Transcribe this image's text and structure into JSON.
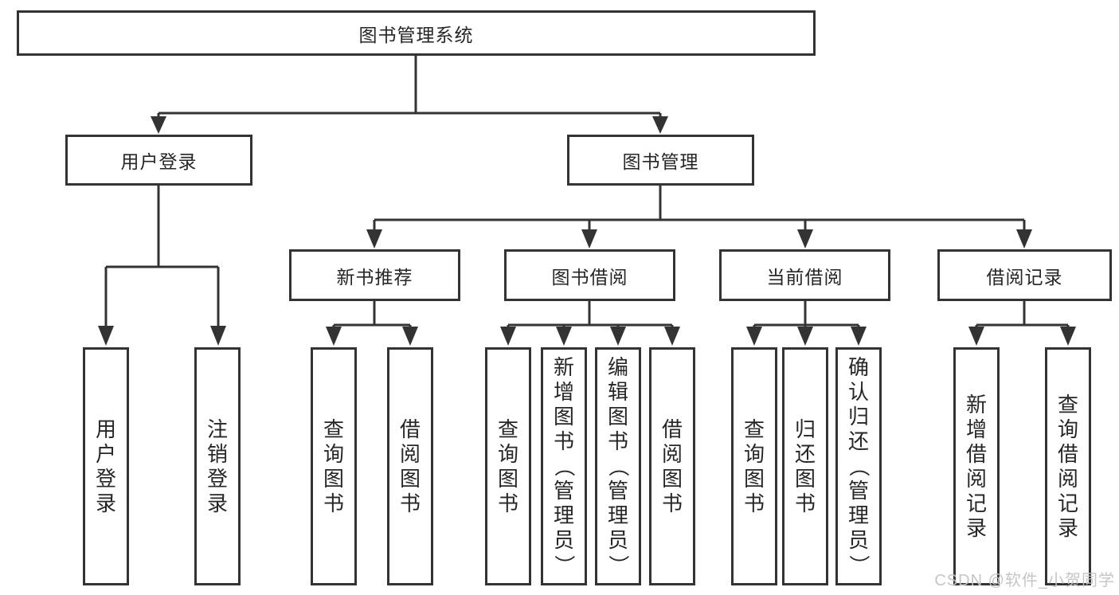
{
  "tree": {
    "root": {
      "label": "图书管理系统",
      "children": [
        {
          "label": "用户登录",
          "children": [
            {
              "label": "用户登录"
            },
            {
              "label": "注销登录"
            }
          ]
        },
        {
          "label": "图书管理",
          "children": [
            {
              "label": "新书推荐",
              "children": [
                {
                  "label": "查询图书"
                },
                {
                  "label": "借阅图书"
                }
              ]
            },
            {
              "label": "图书借阅",
              "children": [
                {
                  "label": "查询图书"
                },
                {
                  "label": "新增图书（管理员）"
                },
                {
                  "label": "编辑图书（管理员）"
                },
                {
                  "label": "借阅图书"
                }
              ]
            },
            {
              "label": "当前借阅",
              "children": [
                {
                  "label": "查询图书"
                },
                {
                  "label": "归还图书"
                },
                {
                  "label": "确认归还（管理员）"
                }
              ]
            },
            {
              "label": "借阅记录",
              "children": [
                {
                  "label": "新增借阅记录"
                },
                {
                  "label": "查询借阅记录"
                }
              ]
            }
          ]
        }
      ]
    }
  },
  "watermark": {
    "text": "CSDN @软件_小贺同学"
  },
  "colors": {
    "line": "#333333",
    "text": "#262626",
    "watermark": "#c3c3c3",
    "background": "#ffffff"
  }
}
